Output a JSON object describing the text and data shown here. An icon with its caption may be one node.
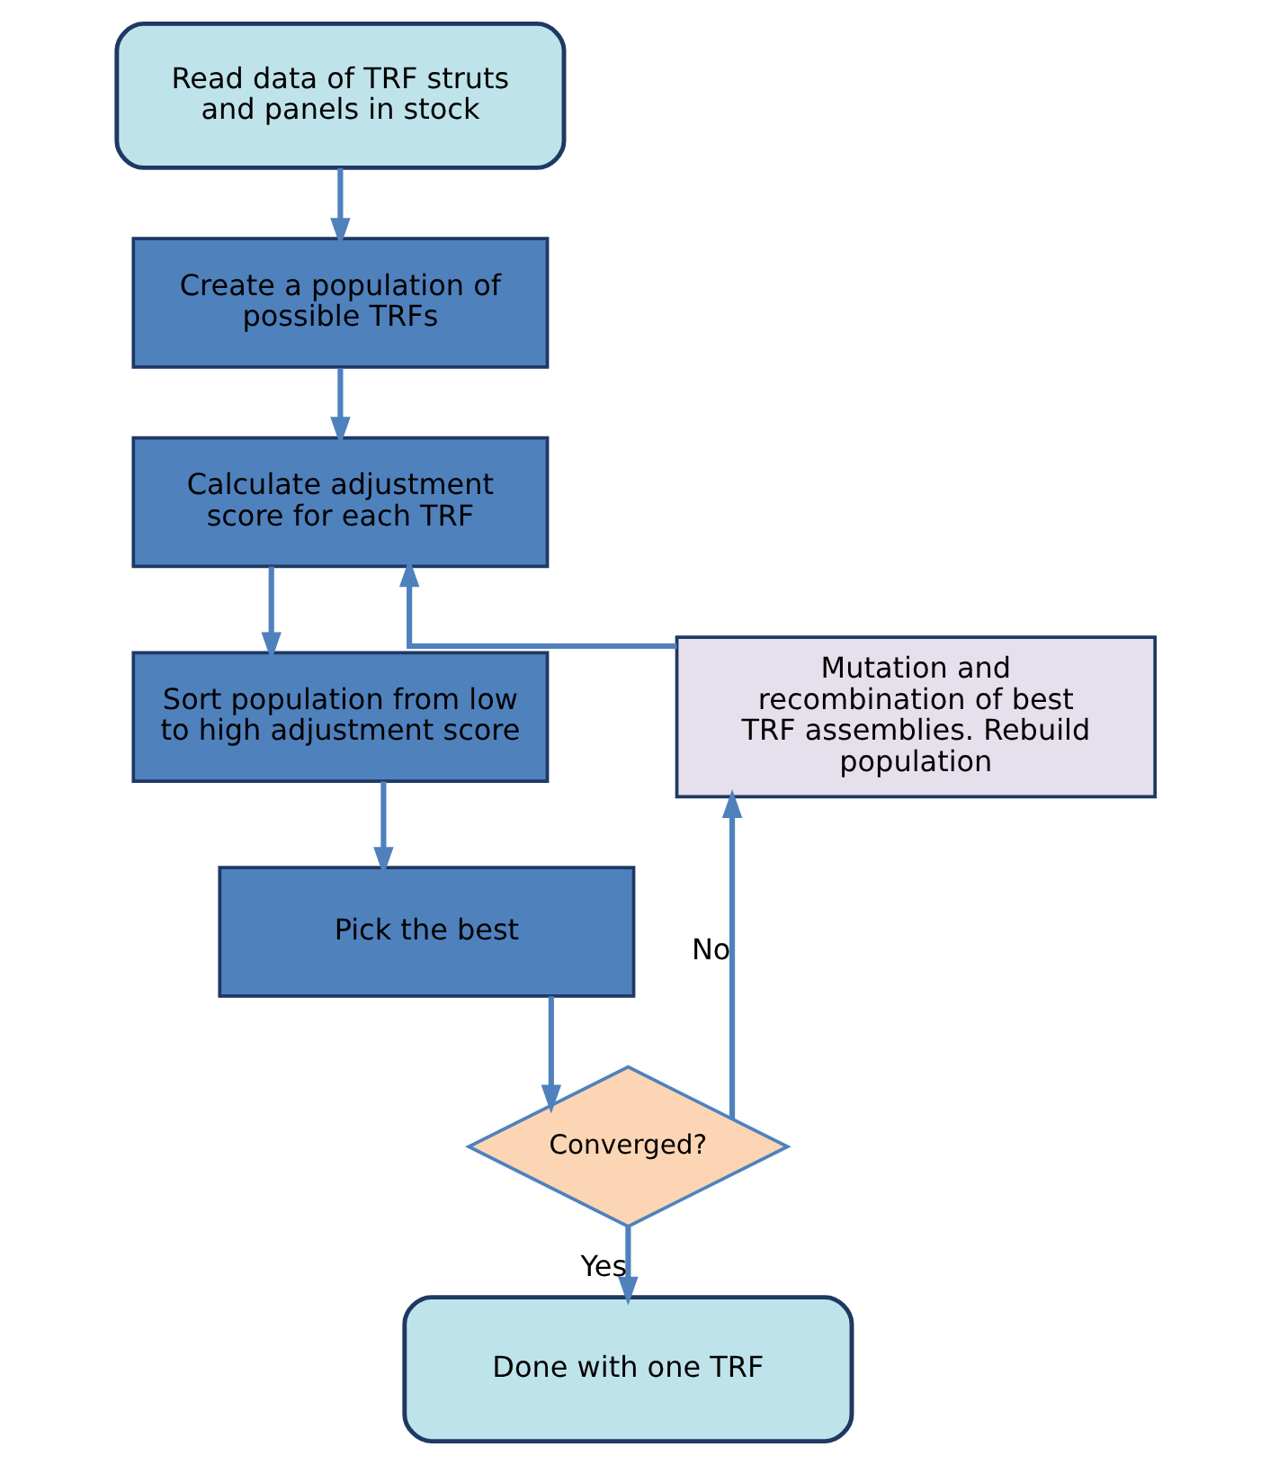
{
  "diagram": {
    "nodes": [
      {
        "text": [
          "Read data of TRF struts and panels in stock"
        ]
      },
      {
        "text": [
          "Create a population of possible TRFs"
        ]
      },
      {
        "text": [
          "Calculate adjustment score for each TRF"
        ]
      },
      {
        "text": [
          "Sort population from low to high adjustment score"
        ]
      },
      {
        "text": [
          "Pick the best"
        ]
      },
      {
        "text": [
          "Converged?"
        ]
      },
      {
        "text": [
          "Done with one TRF"
        ]
      },
      {
        "text": [
          "Mutation and recombination of best TRF assemblies. Rebuild population"
        ]
      }
    ],
    "edges": [
      {
        "from": 0,
        "to": 1,
        "arrow": "to"
      },
      {
        "from": 1,
        "to": 2,
        "arrow": "to"
      },
      {
        "from": 2,
        "to": 3,
        "arrow": "to"
      },
      {
        "from": 3,
        "to": 4,
        "arrow": "to"
      },
      {
        "from": 4,
        "to": 5,
        "arrow": "to"
      },
      {
        "from": 5,
        "to": 6,
        "arrow": "to",
        "label": "Yes"
      },
      {
        "from": 5,
        "to": 7,
        "arrow": "to",
        "label": "No"
      },
      {
        "from": 7,
        "to": 2,
        "arrow": "to"
      }
    ]
  }
}
